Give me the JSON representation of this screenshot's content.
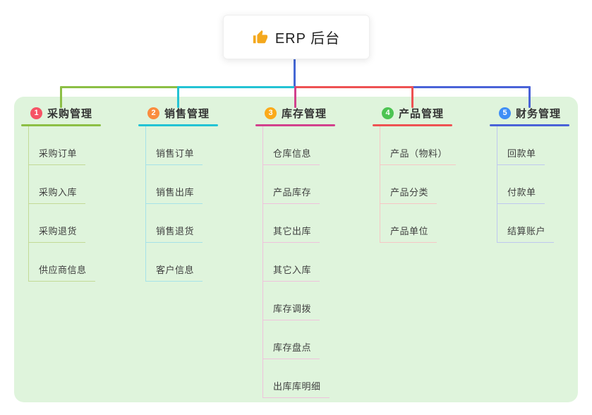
{
  "root": {
    "label": "ERP 后台",
    "icon": "thumbs-up"
  },
  "colors": {
    "canvas_bg": "#dff4dc",
    "root_stem": "#4568d4",
    "thumb_icon": "#f4a81d"
  },
  "branches": [
    {
      "badge": "1",
      "badge_color": "#f65365",
      "line_color": "#8cbf45",
      "light_color": "#c3da96",
      "label": "采购管理",
      "children": [
        "采购订单",
        "采购入库",
        "采购退货",
        "供应商信息"
      ]
    },
    {
      "badge": "2",
      "badge_color": "#fa8c3e",
      "line_color": "#23c3d4",
      "light_color": "#a6e2e8",
      "label": "销售管理",
      "children": [
        "销售订单",
        "销售出库",
        "销售退货",
        "客户信息"
      ]
    },
    {
      "badge": "3",
      "badge_color": "#fbaa1a",
      "line_color": "#d2418d",
      "light_color": "#efc2dc",
      "label": "库存管理",
      "children": [
        "仓库信息",
        "产品库存",
        "其它出库",
        "其它入库",
        "库存调拨",
        "库存盘点",
        "出库库明细"
      ]
    },
    {
      "badge": "4",
      "badge_color": "#4cc452",
      "line_color": "#ee5253",
      "light_color": "#f6c6c5",
      "label": "产品管理",
      "children": [
        "产品（物料）",
        "产品分类",
        "产品单位"
      ]
    },
    {
      "badge": "5",
      "badge_color": "#3f8ef6",
      "line_color": "#4a63d8",
      "light_color": "#bfc8ef",
      "label": "财务管理",
      "children": [
        "回款单",
        "付款单",
        "结算账户"
      ]
    }
  ]
}
